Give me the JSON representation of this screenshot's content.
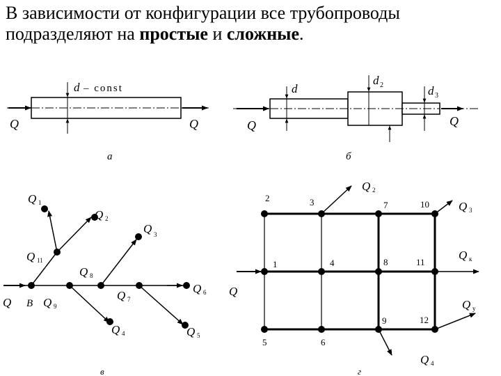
{
  "heading": {
    "part1": "В зависимости от конфигурации все трубопроводы подразделяют на ",
    "bold1": "простые",
    "part2": " и ",
    "bold2": "сложные",
    "part3": "."
  },
  "fig_a": {
    "d_label": "d",
    "const_label": "– const",
    "q_in": "Q",
    "q_out": "Q",
    "caption": "а"
  },
  "fig_b": {
    "d1_label": "d",
    "d2_label": "d",
    "d2_sub": "2",
    "d3_label": "d",
    "d3_sub": "3",
    "q_in": "Q",
    "q_out": "Q",
    "caption": "б"
  },
  "fig_v": {
    "q_in": "Q",
    "node_b": "B",
    "q1": "Q",
    "q1_sub": "1",
    "q2": "Q",
    "q2_sub": "2",
    "q3": "Q",
    "q3_sub": "3",
    "q4": "Q",
    "q4_sub": "4",
    "q5": "Q",
    "q5_sub": "5",
    "q6": "Q",
    "q6_sub": "6",
    "q7": "Q",
    "q7_sub": "7",
    "q8": "Q",
    "q8_sub": "8",
    "q9": "Q",
    "q9_sub": "9",
    "q11": "Q",
    "q11_sub": "11",
    "caption": "в"
  },
  "fig_g": {
    "q_in": "Q",
    "nodes": [
      "1",
      "2",
      "3",
      "4",
      "5",
      "6",
      "7",
      "8",
      "9",
      "10",
      "11",
      "12"
    ],
    "q_out_top": "Q",
    "q_out_top_sub": "2",
    "q_out_10": "Q",
    "q_out_10_sub": "3",
    "q_out_11": "Q",
    "q_out_11_sub": "к",
    "q_out_12": "Q",
    "q_out_12_sub": "у",
    "q_out_9": "Q",
    "q_out_9_sub": "4",
    "caption": "г"
  },
  "colors": {
    "ink": "#000000",
    "background": "#ffffff"
  }
}
